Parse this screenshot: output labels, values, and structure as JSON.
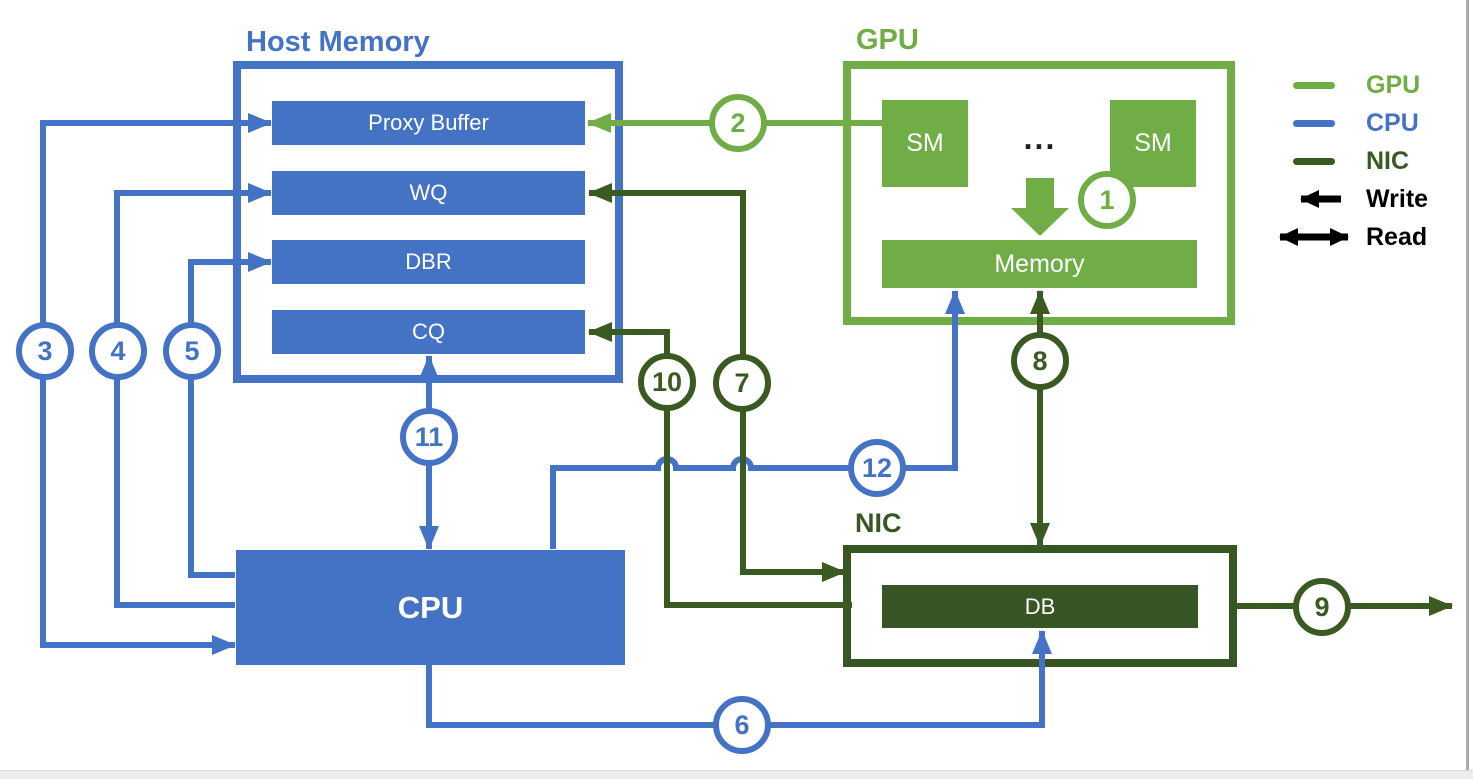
{
  "host_memory": {
    "title": "Host Memory",
    "slots": [
      "Proxy Buffer",
      "WQ",
      "DBR",
      "CQ"
    ]
  },
  "gpu": {
    "title": "GPU",
    "sm_labels": [
      "SM",
      "SM"
    ],
    "ellipsis": "...",
    "memory_label": "Memory"
  },
  "cpu": {
    "label": "CPU"
  },
  "nic": {
    "title": "NIC",
    "db_label": "DB"
  },
  "legend": {
    "gpu": "GPU",
    "cpu": "CPU",
    "nic": "NIC",
    "write": "Write",
    "read": "Read"
  },
  "callouts": {
    "c1": "1",
    "c2": "2",
    "c3": "3",
    "c4": "4",
    "c5": "5",
    "c6": "6",
    "c7": "7",
    "c8": "8",
    "c9": "9",
    "c10": "10",
    "c11": "11",
    "c12": "12"
  },
  "colors": {
    "cpu_blue": "#4472C4",
    "gpu_green": "#70AD47",
    "nic_dark_green": "#375623",
    "arrow_black": "#000000"
  }
}
